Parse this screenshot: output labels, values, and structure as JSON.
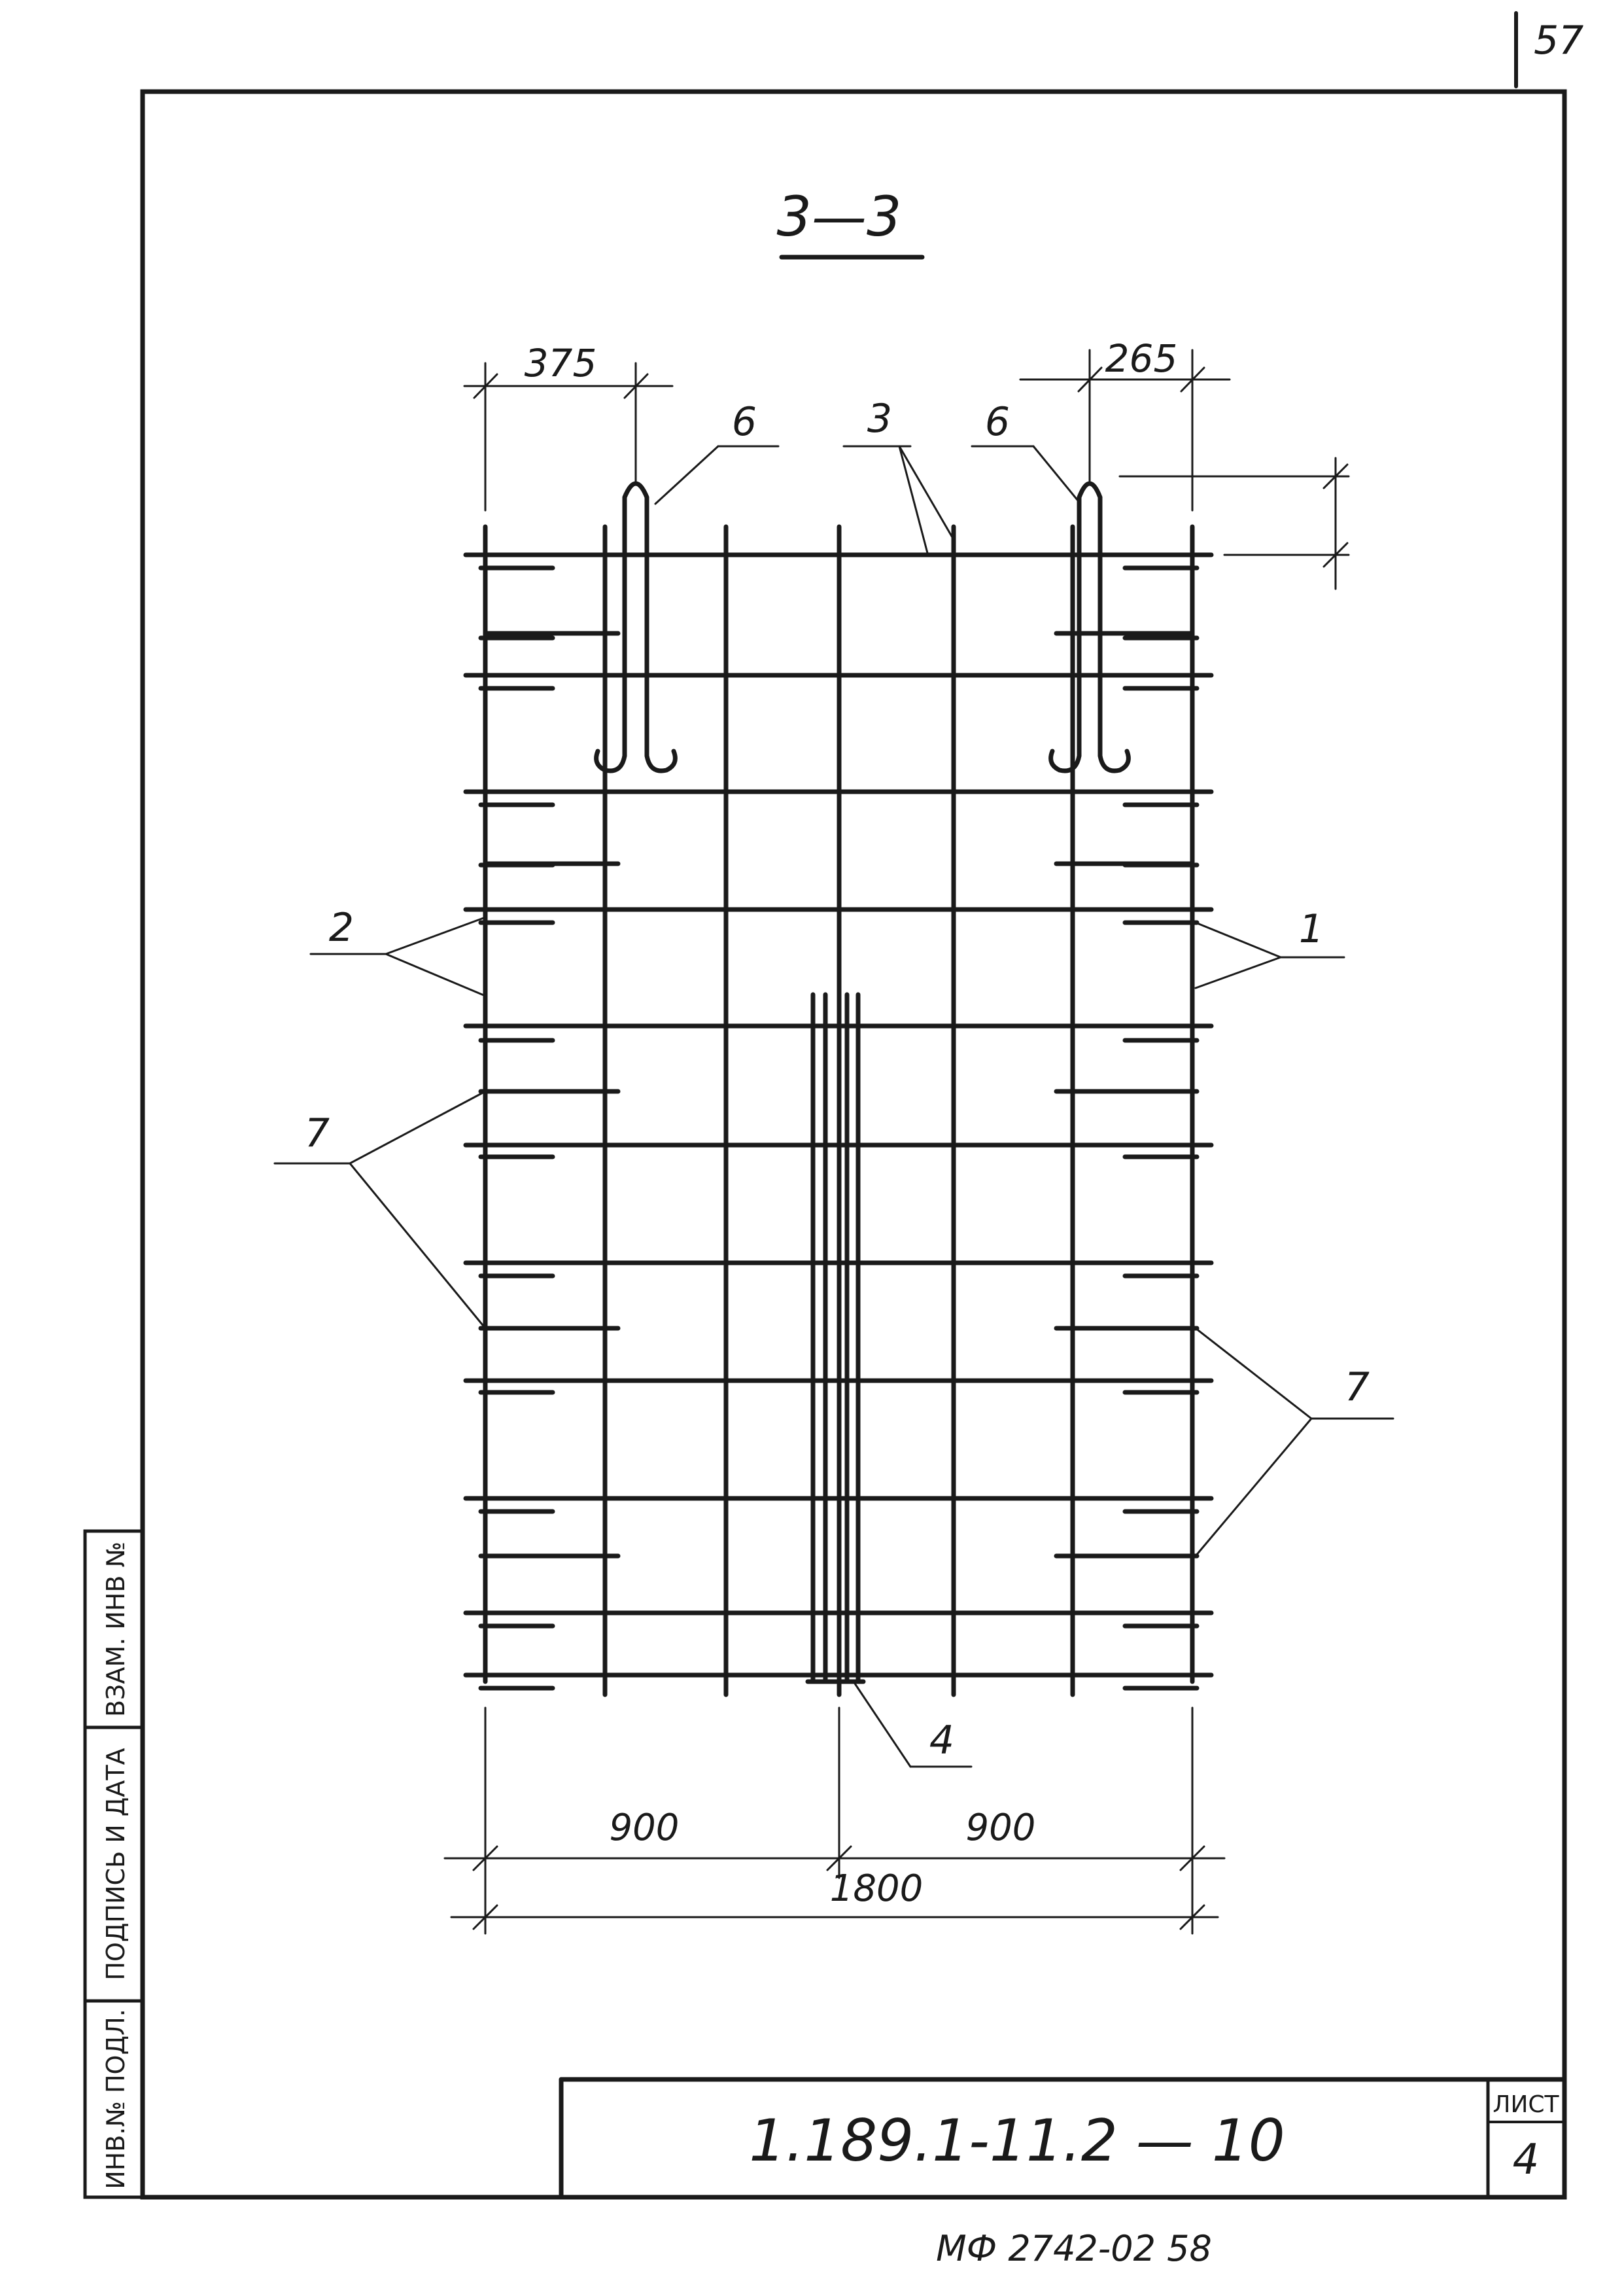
{
  "sheet_corner_number": "57",
  "section_title": "3—3",
  "dimensions": {
    "top_left": "375",
    "top_right": "265",
    "bottom_left_half": "900",
    "bottom_right_half": "900",
    "bottom_total": "1800"
  },
  "callouts": {
    "loop_left": "6",
    "loop_right": "6",
    "bars_top": "3",
    "bars_left": "2",
    "bars_right": "1",
    "bars_left_lower": "7",
    "bars_right_lower": "7",
    "bottom_center": "4"
  },
  "side_stamp": {
    "inv_no": "ИНВ.№ ПОДЛ.",
    "signature_date": "ПОДПИСЬ И ДАТА",
    "replaces_inv": "ВЗАМ. ИНВ №"
  },
  "title_block": {
    "document_code": "1.189.1-11.2 — 10",
    "sheet_label": "ЛИСТ",
    "sheet_number": "4"
  },
  "archive_code": "МФ 2742-02   58"
}
